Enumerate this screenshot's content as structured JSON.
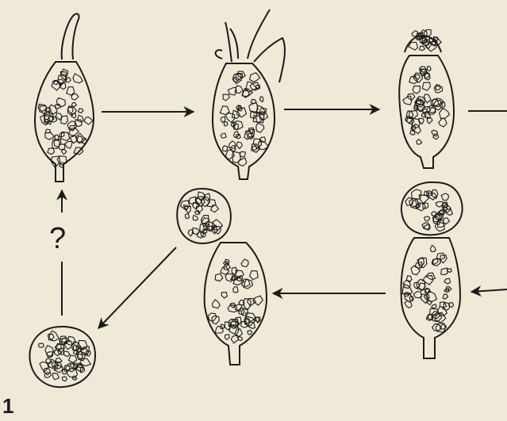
{
  "figure": {
    "plate_number": "1",
    "uncertain_step_label": "?",
    "colors": {
      "ink": "#1d1b18",
      "paper": "#efe9d8"
    },
    "stages": [
      {
        "name": "theca-with-single-pseudopod"
      },
      {
        "name": "theca-with-branched-pseudopods"
      },
      {
        "name": "theca-with-frilled-aperture"
      },
      {
        "name": "theca-budding-sphere"
      },
      {
        "name": "theca-releasing-sphere"
      },
      {
        "name": "free-spherical-cyst"
      }
    ]
  }
}
